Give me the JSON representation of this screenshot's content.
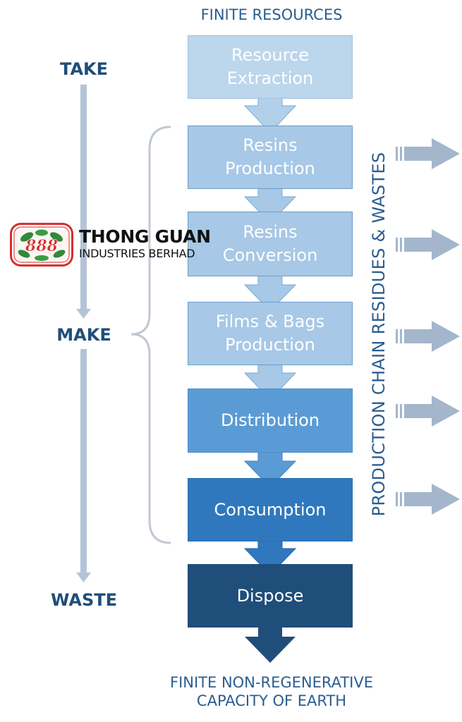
{
  "top_caption": "FINITE RESOURCES",
  "bottom_caption_line1": "FINITE NON-REGENERATIVE",
  "bottom_caption_line2": "CAPACITY OF EARTH",
  "phases": {
    "take": "TAKE",
    "make": "MAKE",
    "waste": "WASTE"
  },
  "side_label": "PRODUCTION CHAIN RESIDUES & WASTES",
  "logo": {
    "badge": "888",
    "title": "THONG GUAN",
    "subtitle": "INDUSTRIES BERHAD"
  },
  "stages": [
    {
      "line1": "Resource",
      "line2": "Extraction",
      "color": "#bcd6ec"
    },
    {
      "line1": "Resins",
      "line2": "Production",
      "color": "#a7c8e6"
    },
    {
      "line1": "Resins",
      "line2": "Conversion",
      "color": "#a7c8e6"
    },
    {
      "line1": "Films & Bags",
      "line2": "Production",
      "color": "#a7c8e6"
    },
    {
      "line1": "Distribution",
      "line2": "",
      "color": "#5b9bd5"
    },
    {
      "line1": "Consumption",
      "line2": "",
      "color": "#2f78bd"
    },
    {
      "line1": "Dispose",
      "line2": "",
      "color": "#1f4e7a"
    }
  ],
  "colors": {
    "connector_arrow": "#a7c8e6",
    "side_arrow": "#a3b6cc",
    "phase_arrow": "#b4c4d8",
    "brace": "#c0c9d3"
  }
}
